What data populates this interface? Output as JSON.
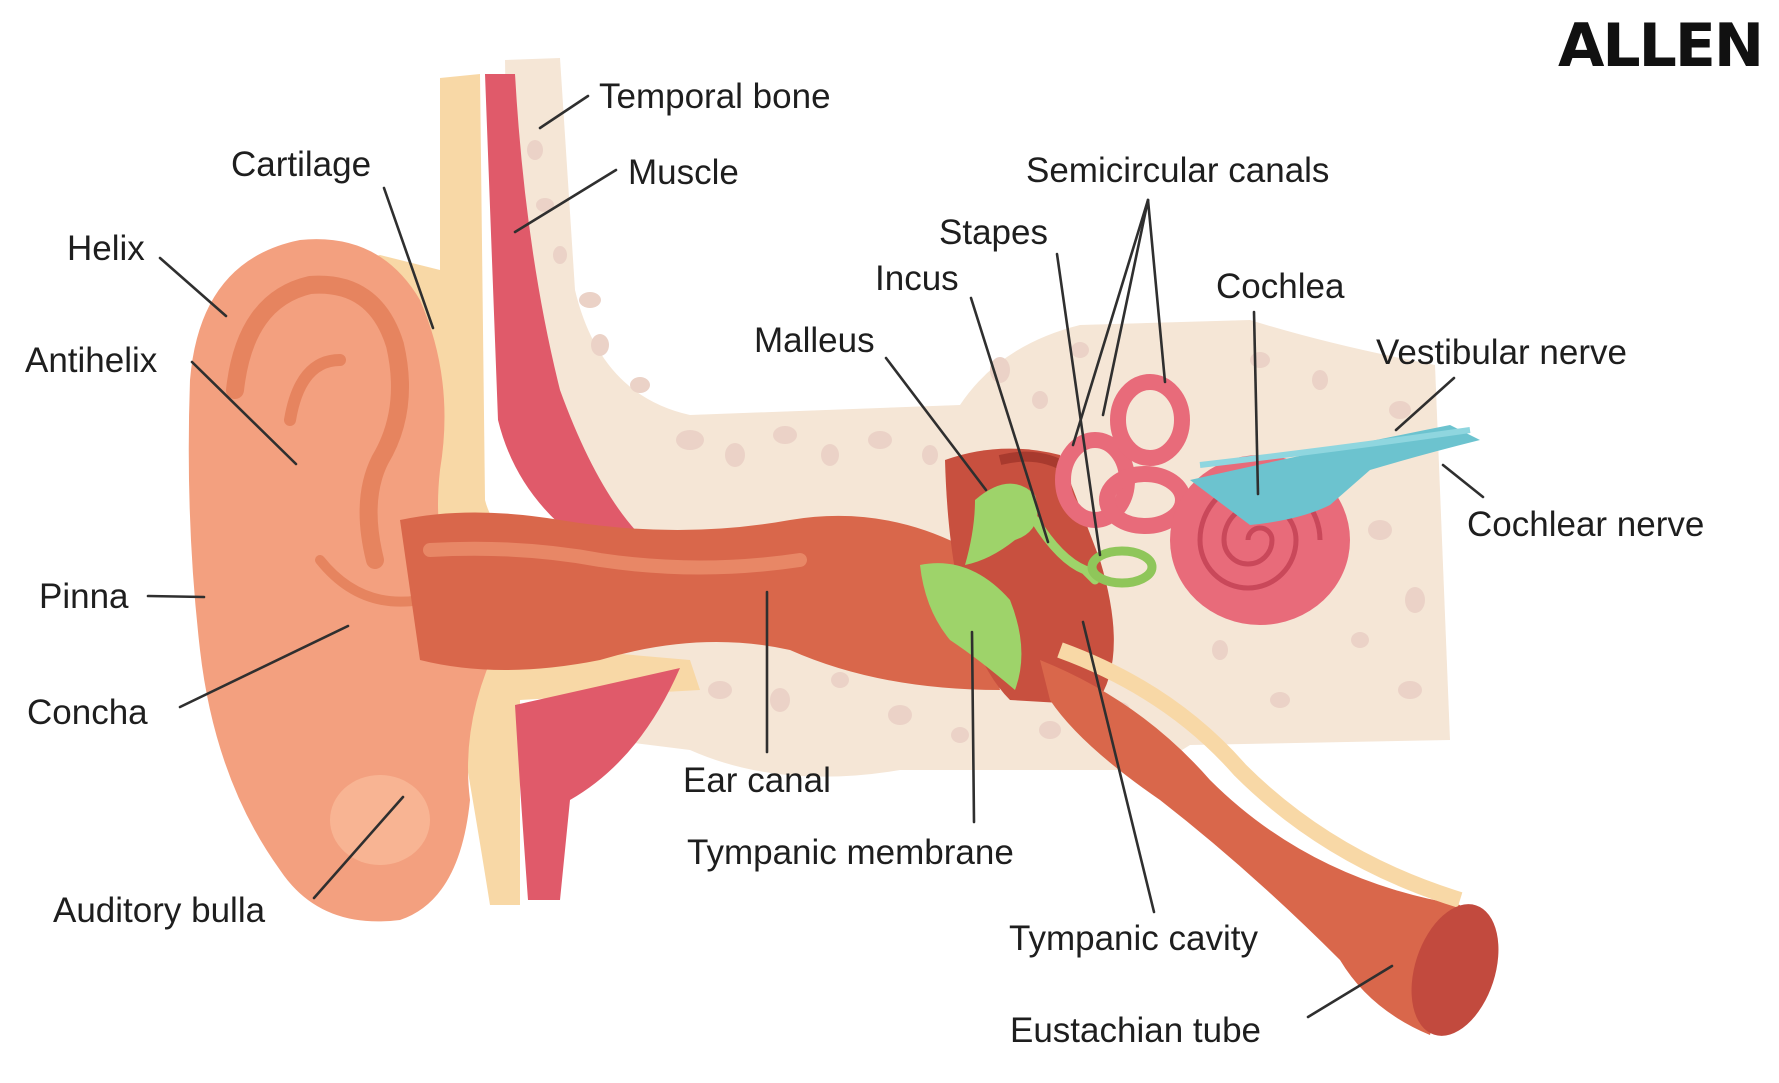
{
  "brand": {
    "logo_text": "ALLEN"
  },
  "colors": {
    "bone": "#f5e6d6",
    "bone_pore": "#e8cfc6",
    "skin": "#f3a07f",
    "skin_dark": "#e6845f",
    "canal": "#d9674b",
    "cartilage": "#f8d8a6",
    "muscle": "#e05a6a",
    "ossicle": "#9ed36a",
    "cochlea": "#e86b7a",
    "nerve": "#6cc3cf"
  },
  "labels": {
    "temporal_bone": "Temporal bone",
    "muscle": "Muscle",
    "cartilage": "Cartilage",
    "helix": "Helix",
    "antihelix": "Antihelix",
    "pinna": "Pinna",
    "concha": "Concha",
    "auditory_bulla": "Auditory bulla",
    "semicircular_canals": "Semicircular canals",
    "stapes": "Stapes",
    "incus": "Incus",
    "malleus": "Malleus",
    "cochlea": "Cochlea",
    "vestibular_nerve": "Vestibular nerve",
    "cochlear_nerve": "Cochlear nerve",
    "ear_canal": "Ear canal",
    "tympanic_membrane": "Tympanic membrane",
    "tympanic_cavity": "Tympanic cavity",
    "eustachian_tube": "Eustachian tube"
  }
}
